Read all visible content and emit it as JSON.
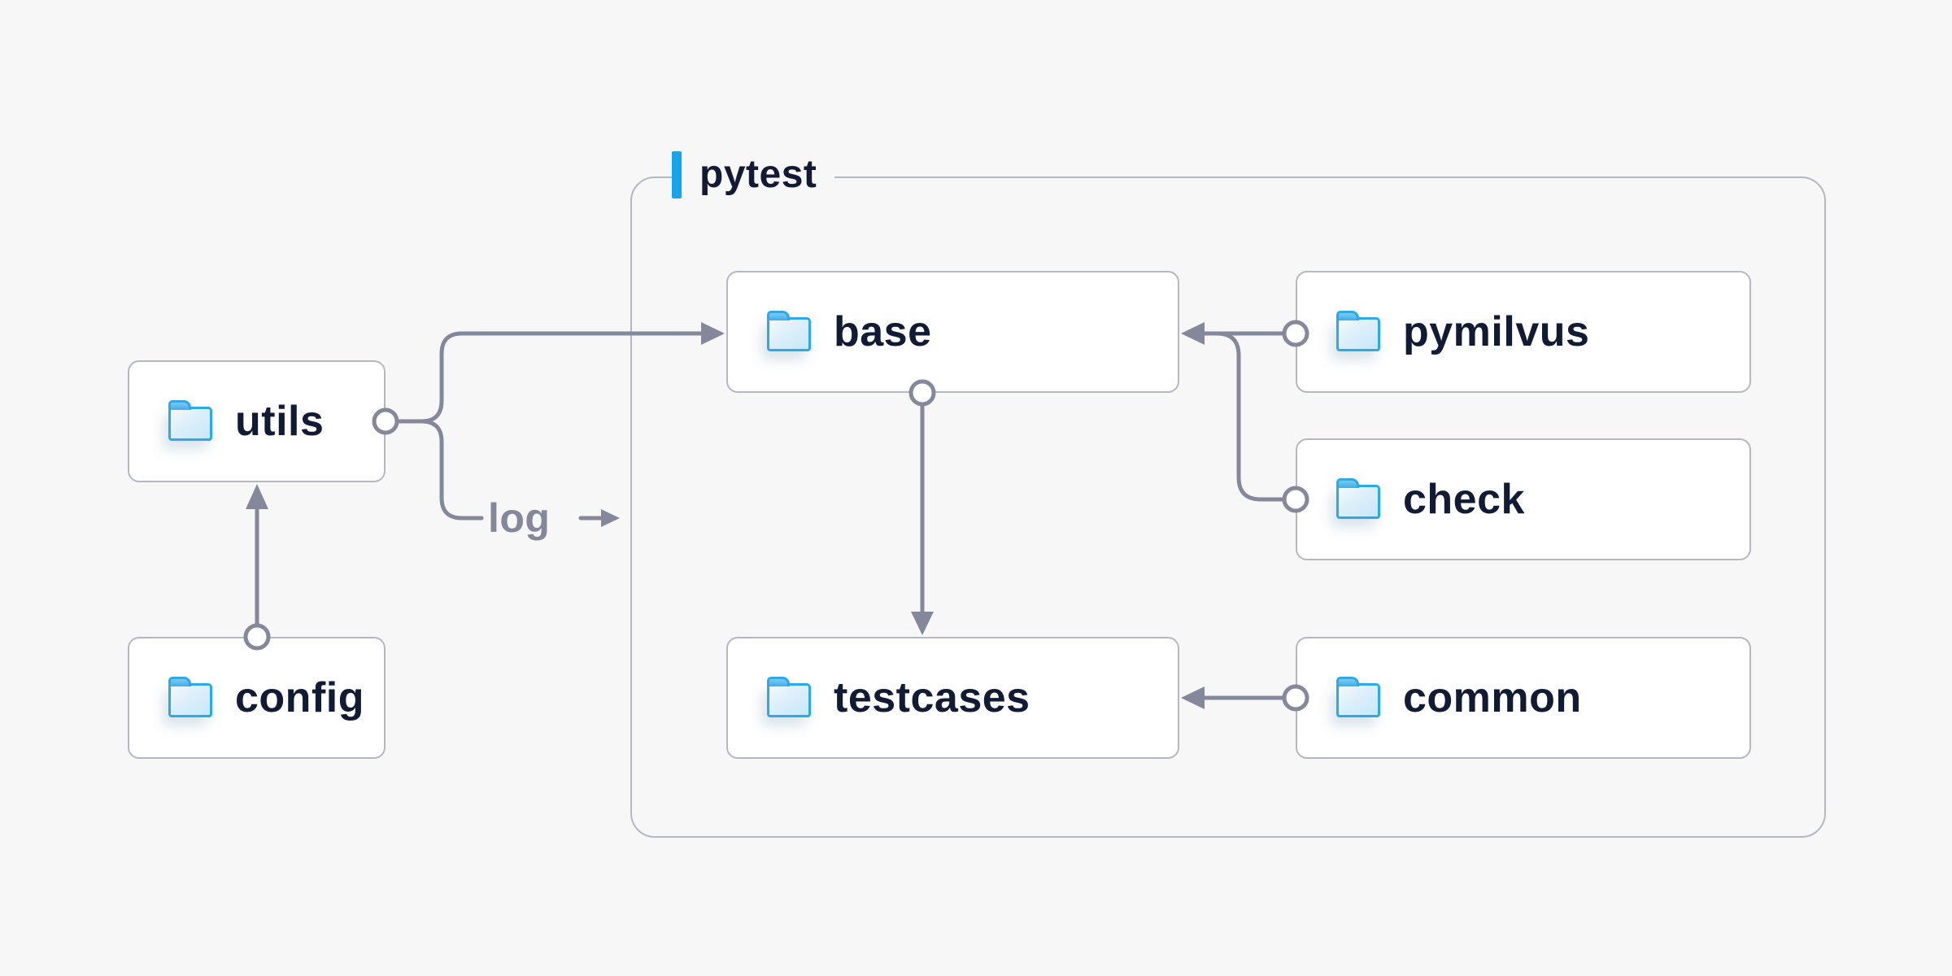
{
  "container": {
    "label": "pytest"
  },
  "nodes": {
    "utils": {
      "label": "utils",
      "icon": "folder-icon"
    },
    "config": {
      "label": "config",
      "icon": "folder-icon"
    },
    "base": {
      "label": "base",
      "icon": "folder-icon"
    },
    "testcases": {
      "label": "testcases",
      "icon": "folder-icon"
    },
    "pymilvus": {
      "label": "pymilvus",
      "icon": "folder-icon"
    },
    "check": {
      "label": "check",
      "icon": "folder-icon"
    },
    "common": {
      "label": "common",
      "icon": "folder-icon"
    }
  },
  "edges": {
    "log": {
      "label": "log"
    },
    "connections": [
      {
        "from": "config",
        "to": "utils"
      },
      {
        "from": "utils",
        "to": "base"
      },
      {
        "from": "utils",
        "to": "log"
      },
      {
        "from": "pymilvus",
        "to": "base"
      },
      {
        "from": "check",
        "to": "base"
      },
      {
        "from": "base",
        "to": "testcases"
      },
      {
        "from": "common",
        "to": "testcases"
      }
    ]
  },
  "colors": {
    "background": "#f7f7f8",
    "accent": "#14a5ec",
    "connector": "#85879a",
    "box_border": "#b5b7c3",
    "text": "#111b33",
    "folder_blue": "#2ba9e8"
  }
}
